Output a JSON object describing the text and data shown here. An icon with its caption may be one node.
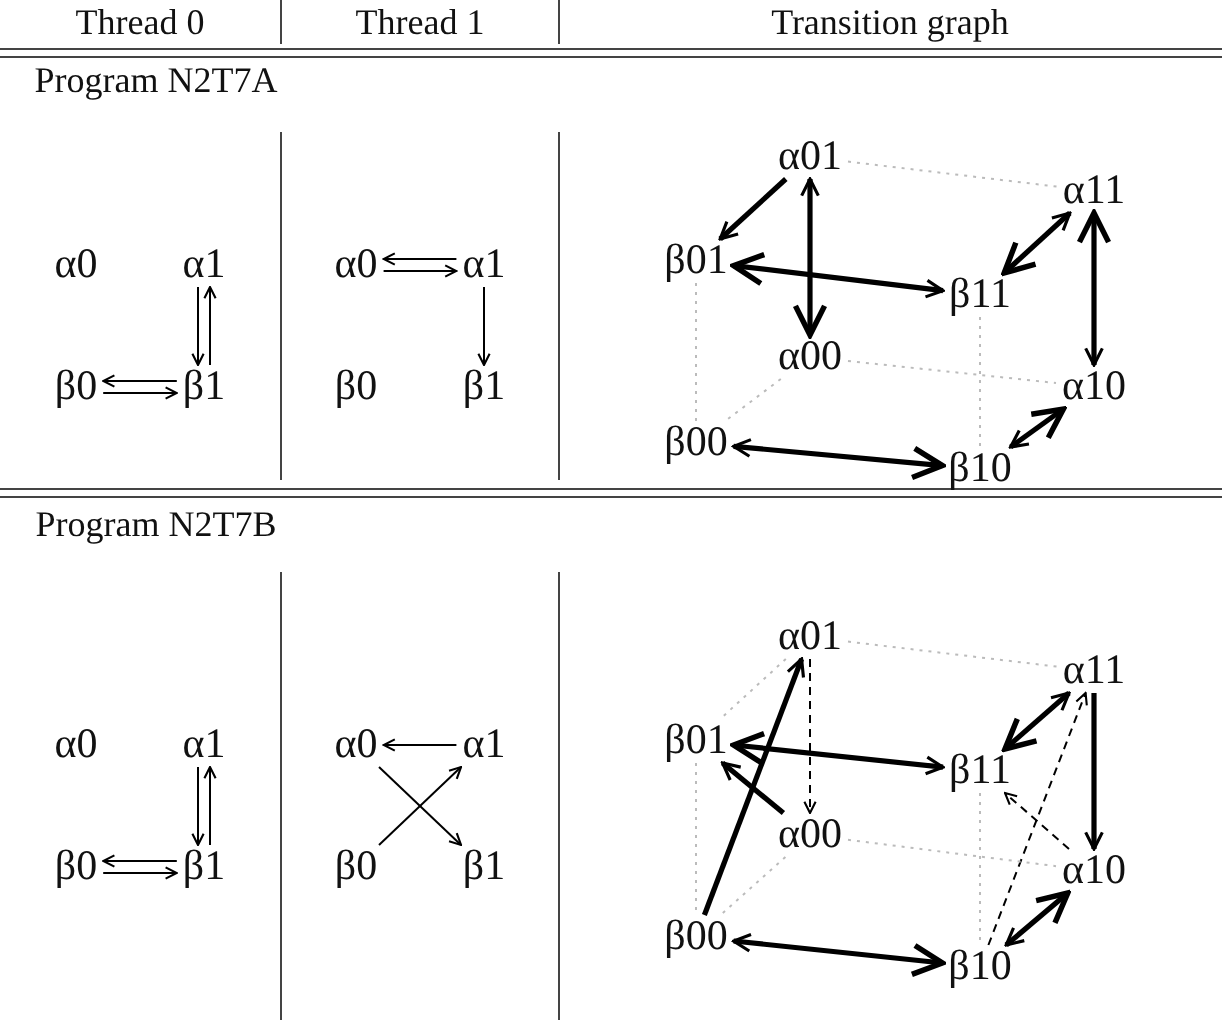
{
  "diagram": {
    "nodes": [
      {
        "text": [
          "α0"
        ]
      },
      {
        "text": [
          "α1"
        ]
      },
      {
        "text": [
          "β0"
        ]
      },
      {
        "text": [
          "β1"
        ]
      },
      {
        "text": [
          "α0"
        ]
      },
      {
        "text": [
          "α1"
        ]
      },
      {
        "text": [
          "β0"
        ]
      },
      {
        "text": [
          "β1"
        ]
      },
      {
        "text": [
          "α01"
        ]
      },
      {
        "text": [
          "α11"
        ]
      },
      {
        "text": [
          "β01"
        ]
      },
      {
        "text": [
          "β11"
        ]
      },
      {
        "text": [
          "α00"
        ]
      },
      {
        "text": [
          "α10"
        ]
      },
      {
        "text": [
          "β00"
        ]
      },
      {
        "text": [
          "β10"
        ]
      },
      {
        "text": [
          "α0"
        ]
      },
      {
        "text": [
          "α1"
        ]
      },
      {
        "text": [
          "β0"
        ]
      },
      {
        "text": [
          "β1"
        ]
      },
      {
        "text": [
          "α0"
        ]
      },
      {
        "text": [
          "α1"
        ]
      },
      {
        "text": [
          "β0"
        ]
      },
      {
        "text": [
          "β1"
        ]
      },
      {
        "text": [
          "α01"
        ]
      },
      {
        "text": [
          "α11"
        ]
      },
      {
        "text": [
          "β01"
        ]
      },
      {
        "text": [
          "β11"
        ]
      },
      {
        "text": [
          "α00"
        ]
      },
      {
        "text": [
          "α10"
        ]
      },
      {
        "text": [
          "β00"
        ]
      },
      {
        "text": [
          "β10"
        ]
      }
    ],
    "edges": [
      {
        "from": 3,
        "to": 1,
        "arrow": "to"
      },
      {
        "from": 1,
        "to": 3,
        "arrow": "to"
      },
      {
        "from": 2,
        "to": 3,
        "arrow": "to"
      },
      {
        "from": 3,
        "to": 2,
        "arrow": "to"
      },
      {
        "from": 4,
        "to": 5,
        "arrow": "to"
      },
      {
        "from": 5,
        "to": 4,
        "arrow": "to"
      },
      {
        "from": 5,
        "to": 7,
        "arrow": "to"
      },
      {
        "from": 8,
        "to": 10,
        "arrow": "to",
        "style": "thick"
      },
      {
        "from": 12,
        "to": 8,
        "arrow": "both",
        "style": "thick"
      },
      {
        "from": 10,
        "to": 11,
        "arrow": "both",
        "style": "thick"
      },
      {
        "from": 11,
        "to": 9,
        "arrow": "both",
        "style": "thick"
      },
      {
        "from": 9,
        "to": 13,
        "arrow": "both",
        "style": "thick"
      },
      {
        "from": 13,
        "to": 15,
        "arrow": "both",
        "style": "thick"
      },
      {
        "from": 15,
        "to": 14,
        "arrow": "both",
        "style": "thick"
      },
      {
        "from": 8,
        "to": 9,
        "arrow": "none",
        "style": "dashed",
        "color": "#bbbbbb"
      },
      {
        "from": 10,
        "to": 14,
        "arrow": "none",
        "style": "dashed",
        "color": "#bbbbbb"
      },
      {
        "from": 11,
        "to": 15,
        "arrow": "none",
        "style": "dashed",
        "color": "#bbbbbb"
      },
      {
        "from": 12,
        "to": 13,
        "arrow": "none",
        "style": "dashed",
        "color": "#bbbbbb"
      },
      {
        "from": 12,
        "to": 14,
        "arrow": "none",
        "style": "dashed",
        "color": "#bbbbbb"
      },
      {
        "from": 19,
        "to": 17,
        "arrow": "to"
      },
      {
        "from": 17,
        "to": 19,
        "arrow": "to"
      },
      {
        "from": 18,
        "to": 19,
        "arrow": "to"
      },
      {
        "from": 19,
        "to": 18,
        "arrow": "to"
      },
      {
        "from": 21,
        "to": 20,
        "arrow": "to"
      },
      {
        "from": 20,
        "to": 23,
        "arrow": "to"
      },
      {
        "from": 22,
        "to": 21,
        "arrow": "to"
      },
      {
        "from": 24,
        "to": 28,
        "arrow": "to",
        "style": "dashed"
      },
      {
        "from": 30,
        "to": 24,
        "arrow": "to",
        "style": "thick"
      },
      {
        "from": 28,
        "to": 26,
        "arrow": "to",
        "style": "thick"
      },
      {
        "from": 26,
        "to": 27,
        "arrow": "both",
        "style": "thick"
      },
      {
        "from": 27,
        "to": 25,
        "arrow": "both",
        "style": "thick"
      },
      {
        "from": 25,
        "to": 29,
        "arrow": "to",
        "style": "thick"
      },
      {
        "from": 31,
        "to": 25,
        "arrow": "to",
        "style": "dashed"
      },
      {
        "from": 29,
        "to": 27,
        "arrow": "to",
        "style": "dashed"
      },
      {
        "from": 29,
        "to": 31,
        "arrow": "both",
        "style": "thick"
      },
      {
        "from": 31,
        "to": 30,
        "arrow": "both",
        "style": "thick"
      },
      {
        "from": 24,
        "to": 25,
        "arrow": "none",
        "style": "dashed",
        "color": "#bbbbbb"
      },
      {
        "from": 24,
        "to": 26,
        "arrow": "none",
        "style": "dashed",
        "color": "#bbbbbb"
      },
      {
        "from": 26,
        "to": 30,
        "arrow": "none",
        "style": "dashed",
        "color": "#bbbbbb"
      },
      {
        "from": 28,
        "to": 29,
        "arrow": "none",
        "style": "dashed",
        "color": "#bbbbbb"
      },
      {
        "from": 28,
        "to": 30,
        "arrow": "none",
        "style": "dashed",
        "color": "#bbbbbb"
      },
      {
        "from": 27,
        "to": 31,
        "arrow": "none",
        "style": "dashed",
        "color": "#bbbbbb"
      }
    ],
    "labels": [
      "Thread 0",
      "Thread 1",
      "Transition graph",
      "Program N2T7A",
      "Program N2T7B"
    ]
  }
}
